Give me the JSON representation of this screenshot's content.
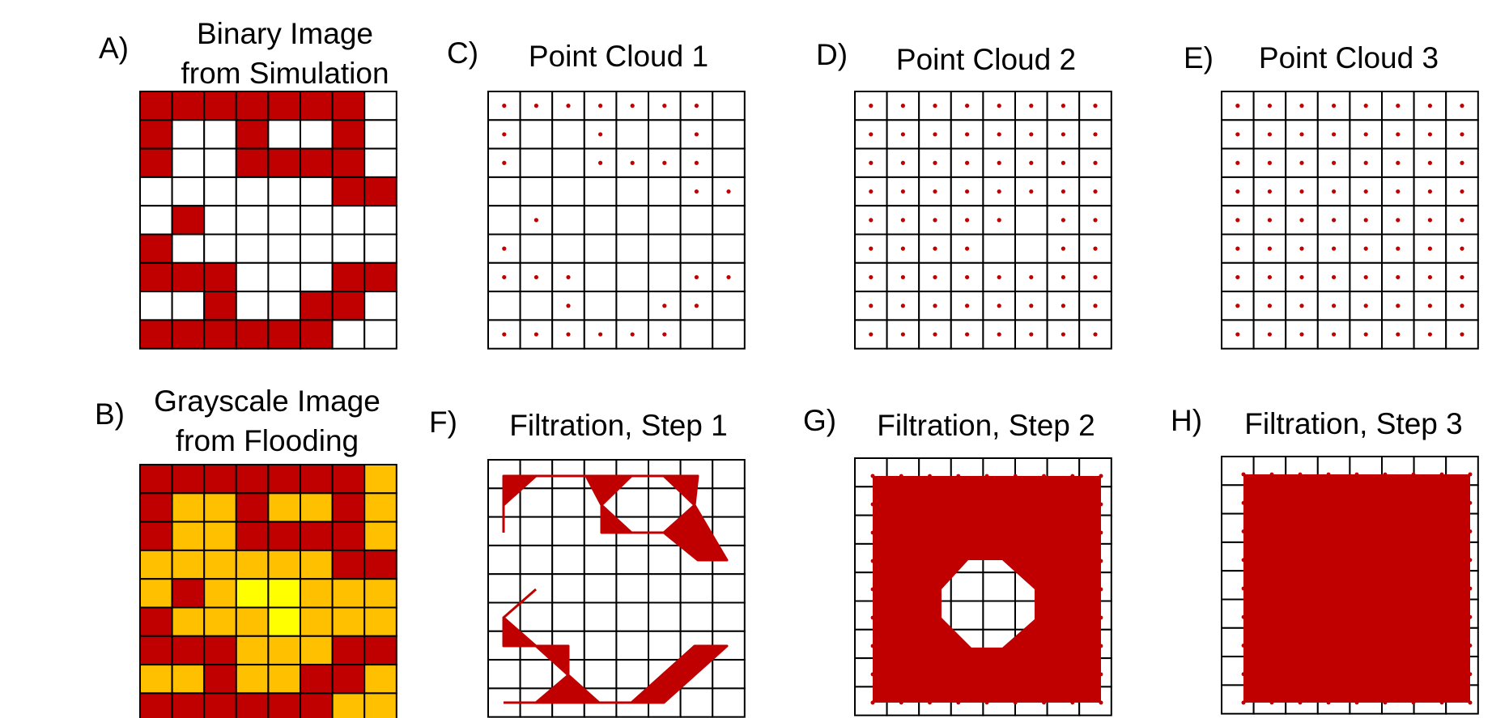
{
  "colors": {
    "red": "#c00000",
    "orange": "#ffc000",
    "yellow": "#ffff00",
    "white": "#ffffff",
    "grid": "#000000"
  },
  "panels": {
    "A": {
      "letter": "A)",
      "title_lines": [
        "Binary Image",
        "from Simulation"
      ]
    },
    "B": {
      "letter": "B)",
      "title_lines": [
        "Grayscale Image",
        "from Flooding"
      ]
    },
    "C": {
      "letter": "C)",
      "title_lines": [
        "Point Cloud 1"
      ]
    },
    "D": {
      "letter": "D)",
      "title_lines": [
        "Point Cloud 2"
      ]
    },
    "E": {
      "letter": "E)",
      "title_lines": [
        "Point Cloud 3"
      ]
    },
    "F": {
      "letter": "F)",
      "title_lines": [
        "Filtration, Step 1"
      ]
    },
    "G": {
      "letter": "G)",
      "title_lines": [
        "Filtration, Step 2"
      ]
    },
    "H": {
      "letter": "H)",
      "title_lines": [
        "Filtration, Step 3"
      ]
    }
  },
  "binary_image": [
    "RRRRRRRW",
    "RWWRWWRW",
    "RWWRRRRW",
    "WWWWWWRR",
    "WRWWWWWW",
    "RWWWWWWW",
    "RRRWWWRR",
    "WWRWWRRW",
    "RRRRRRWW"
  ],
  "grayscale_image": [
    "RRRRRRRO",
    "ROOROORO",
    "ROORRRRO",
    "OOOOOORR",
    "OROYYOOO",
    "ROOOYOOO",
    "RRROOORR",
    "OOROORRO",
    "RRRRRROO"
  ],
  "point_cloud_1": [
    "XXXXXXXW",
    "XWWXWWXW",
    "XWWXXXXW",
    "WWWWWWXX",
    "WXWWWWWW",
    "XWWWWWWW",
    "XXXWWWXX",
    "WWXWWXXW",
    "XXXXXXWW"
  ],
  "point_cloud_2": [
    "XXXXXXXX",
    "XXXXXXXX",
    "XXXXXXXX",
    "XXXXXXXX",
    "XXXXXWXX",
    "XXXXWWXX",
    "XXXXXXXX",
    "XXXXXXXX",
    "XXXXXXXX"
  ],
  "point_cloud_3": [
    "XXXXXXXX",
    "XXXXXXXX",
    "XXXXXXXX",
    "XXXXXXXX",
    "XXXXXXXX",
    "XXXXXXXX",
    "XXXXXXXX",
    "XXXXXXXX",
    "XXXXXXXX"
  ]
}
